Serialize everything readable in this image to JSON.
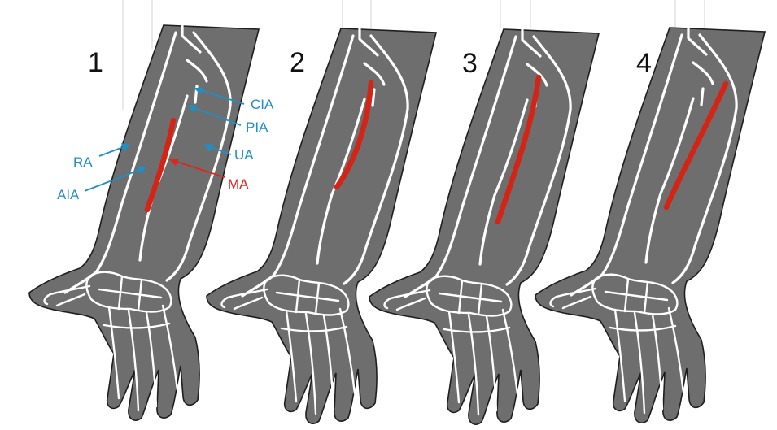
{
  "colors": {
    "arm_fill": "#6e6e6e",
    "vessel": "#ffffff",
    "median_artery": "#d42416",
    "label_blue": "#1f8fc6",
    "label_red": "#e3241b"
  },
  "panels": [
    {
      "number": "1"
    },
    {
      "number": "2"
    },
    {
      "number": "3"
    },
    {
      "number": "4"
    }
  ],
  "labels": {
    "cia": "CIA",
    "pia": "PIA",
    "ua": "UA",
    "ra": "RA",
    "aia": "AIA",
    "ma": "MA"
  }
}
